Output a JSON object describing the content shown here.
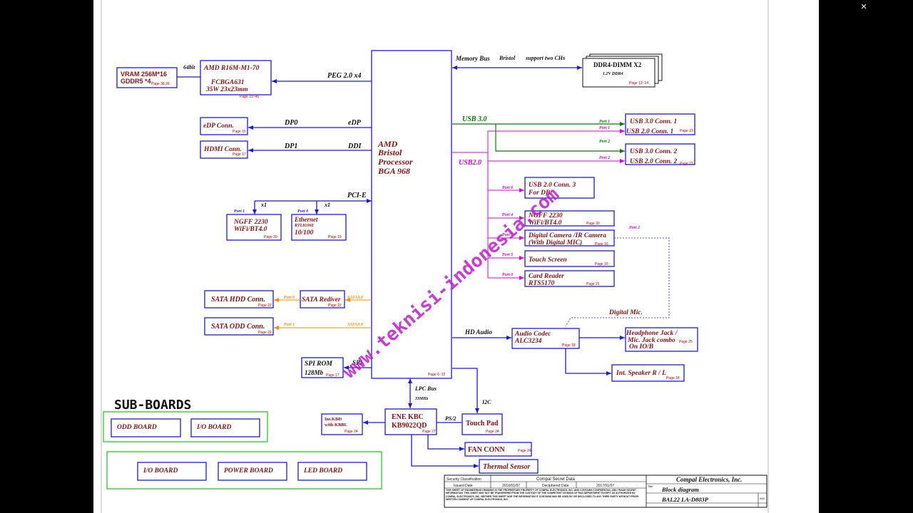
{
  "cpu": {
    "l1": "AMD",
    "l2": "Bristol",
    "l3": "Processor",
    "l4": "BGA 968",
    "page": "Page 6~12"
  },
  "gpu": {
    "l1": "AMD R16M-M1-70",
    "l2": "FCBGA631",
    "l3": "35W 23x23mm",
    "page": "Page 33~40"
  },
  "vram": {
    "l1": "VRAM 256M*16",
    "l2": "GDDR5 *4",
    "page": "Page 38,39",
    "bus": "64bit"
  },
  "peg": "PEG 2.0 x4",
  "edp": {
    "box": "eDP Conn.",
    "page": "Page 15",
    "sig": "DP0",
    "port": "eDP"
  },
  "hdmi": {
    "box": "HDMI  Conn.",
    "page": "Page 17",
    "sig": "DP1",
    "port": "DDI"
  },
  "pcie": {
    "label": "PCI-E",
    "x1a": "x1",
    "x1b": "x1",
    "port1": "Port 1",
    "port0": "Port 0"
  },
  "ngff_wifi": {
    "l1": "NGFF 2230",
    "l2": "WiFi/BT4.0",
    "page": "Page 20"
  },
  "ethernet": {
    "l1": "Ethernet",
    "l2": "RTL8106E",
    "l3": "10/100",
    "page": "Page 19"
  },
  "memory": {
    "bus": "Memory Bus",
    "bristol": "Bristol",
    "support": "support two CHs",
    "box": "DDR4-DIMM X2",
    "sub": "1.2V DDR4",
    "page": "Page 13~14"
  },
  "usb3": {
    "label": "USB 3.0",
    "p1": "Port 1",
    "p1b": "Port 1",
    "p2": "Port 2",
    "p2b": "Port 2"
  },
  "usb2": {
    "label": "USB2.0"
  },
  "usb_conn1": {
    "l1": "USB 3.0 Conn. 1",
    "l2": "USB 2.0 Conn. 1",
    "page": "Page 23"
  },
  "usb_conn2": {
    "l1": "USB 3.0 Conn. 2",
    "l2": "USB 2.0 Conn. 2",
    "page": "Page 23"
  },
  "usb_conn3": {
    "l1": "USB 2.0 Conn. 3",
    "l2": "For DB",
    "port": "Port 6"
  },
  "ngff_bt": {
    "l1": "NGFF 2230",
    "l2": "WiFi/BT4.0",
    "page": "Page 20",
    "port": "Port 4"
  },
  "camera": {
    "l1": "Digital Camera /IR Camera",
    "l2": "(With Digital MIC)",
    "page": "Page 16",
    "port": "Port 7",
    "port2": "Port 2"
  },
  "touch": {
    "l1": "Touch Screen",
    "page": "Page 16",
    "port": "Port 5"
  },
  "card": {
    "l1": "Card Reader",
    "l2": "RTS5170",
    "page": "Page 21",
    "port": "Port 0"
  },
  "sata_hdd": {
    "box": "SATA HDD Conn.",
    "page": "Page 22",
    "port": "Port 0",
    "sig": "SATA3.0"
  },
  "sata_redriver": {
    "box": "SATA Rediver",
    "page": "Page 22"
  },
  "sata_odd": {
    "box": "SATA ODD Conn.",
    "page": "Page 22",
    "port": "Port 1",
    "sig": "SATA3.0"
  },
  "digital_mic": "Digital Mic.",
  "hd_audio": "HD Audio",
  "audio": {
    "l1": "Audio Codec",
    "l2": "ALC3234",
    "page": "Page 18"
  },
  "headphone": {
    "l1": "Headphone Jack /",
    "l2": "Mic. Jack combo",
    "l3": "On IO/B",
    "page": "Page 25"
  },
  "speaker": {
    "l1": "Int. Speaker R / L",
    "page": "Page 18"
  },
  "spi": {
    "box": "SPI ROM",
    "size": "128Mb",
    "page": "Page 17",
    "sig": "SPI"
  },
  "lpc": {
    "label": "LPC Bus",
    "freq": "33MHz"
  },
  "kbc": {
    "l1": "ENE KBC",
    "l2": "KB9022QD",
    "page": "Page 27"
  },
  "kbd": {
    "l1": "Int.KBD",
    "l2": "with KBBL",
    "page": "Page 24"
  },
  "ps2": "PS/2",
  "i2c": "I2C",
  "touchpad": {
    "l1": "Touch Pad",
    "page": "Page 24"
  },
  "fan": {
    "l1": "FAN CONN",
    "page": "Page 24"
  },
  "thermal": {
    "l1": "Thermal Sensor"
  },
  "subboards": {
    "title": "SUB-BOARDS",
    "odd": "ODD BOARD",
    "io1": "I/O BOARD",
    "io2": "I/O BOARD",
    "power": "POWER BOARD",
    "led": "LED BOARD"
  },
  "watermark": "www.teknisi-indonesia.com",
  "titleblock": {
    "security": "Security Classification",
    "secret": "Compal Secret Data",
    "issued": "Issued Date",
    "issued_val": "2016/01/07",
    "deciphered": "Deciphered Date",
    "deciphered_val": "2017/01/07",
    "company": "Compal Electronics, Inc.",
    "title_lbl": "Title",
    "title": "Block diagram",
    "docnum": "BAL22  LA-D803P",
    "rev": "A00",
    "notice": "THIS SHEET OF ENGINEERING DRAWING IS THE PROPRIETARY PROPERTY OF COMPAL ELECTRONICS, INC. AND CONTAINS CONFIDENTIAL AND TRADE SECRET INFORMATION. THIS SHEET MAY NOT BE TRANSFERED FROM THE CUSTODY OF THE COMPETENT DIVISION OF R&D DEPARTMENT EXCEPT AS AUTHORIZED BY COMPAL ELECTRONICS, INC. NEITHER THIS SHEET NOR THE INFORMATION IT CONTAINS MAY BE USED BY OR DISCLOSED TO ANY THIRD PARTY WITHOUT PRIOR WRITTEN CONSENT OF COMPAL ELECTRONICS, INC."
  },
  "colors": {
    "blue": "#1a1adf",
    "green": "#008000",
    "magenta": "#e000e0",
    "orange": "#ff8c00",
    "darkred": "#8b1010",
    "watermark": "#c01ad0"
  }
}
